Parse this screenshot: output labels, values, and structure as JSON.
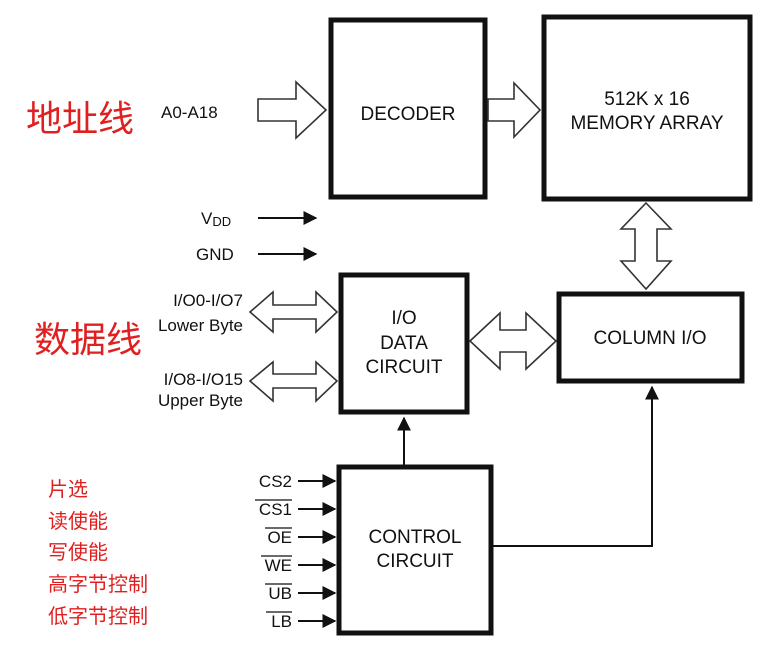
{
  "blocks": {
    "decoder": "DECODER",
    "memory_line1": "512K x 16",
    "memory_line2": "MEMORY ARRAY",
    "column_io": "COLUMN I/O",
    "io_line1": "I/O",
    "io_line2": "DATA",
    "io_line3": "CIRCUIT",
    "control_line1": "CONTROL",
    "control_line2": "CIRCUIT"
  },
  "signals": {
    "address": "A0-A18",
    "vdd_main": "V",
    "vdd_sub": "DD",
    "gnd": "GND",
    "io_low_name": "I/O0-I/O7",
    "io_low_desc": "Lower Byte",
    "io_high_name": "I/O8-I/O15",
    "io_high_desc": "Upper Byte",
    "cs2": "CS2",
    "cs1": "CS1",
    "oe": "OE",
    "we": "WE",
    "ub": "UB",
    "lb": "LB"
  },
  "annotations": {
    "address_line": "地址线",
    "data_line": "数据线",
    "chip_select": "片选",
    "read_enable": "读使能",
    "write_enable": "写使能",
    "high_byte_ctrl": "高字节控制",
    "low_byte_ctrl": "低字节控制"
  },
  "colors": {
    "annotation": "#e02020",
    "line": "#111111"
  }
}
